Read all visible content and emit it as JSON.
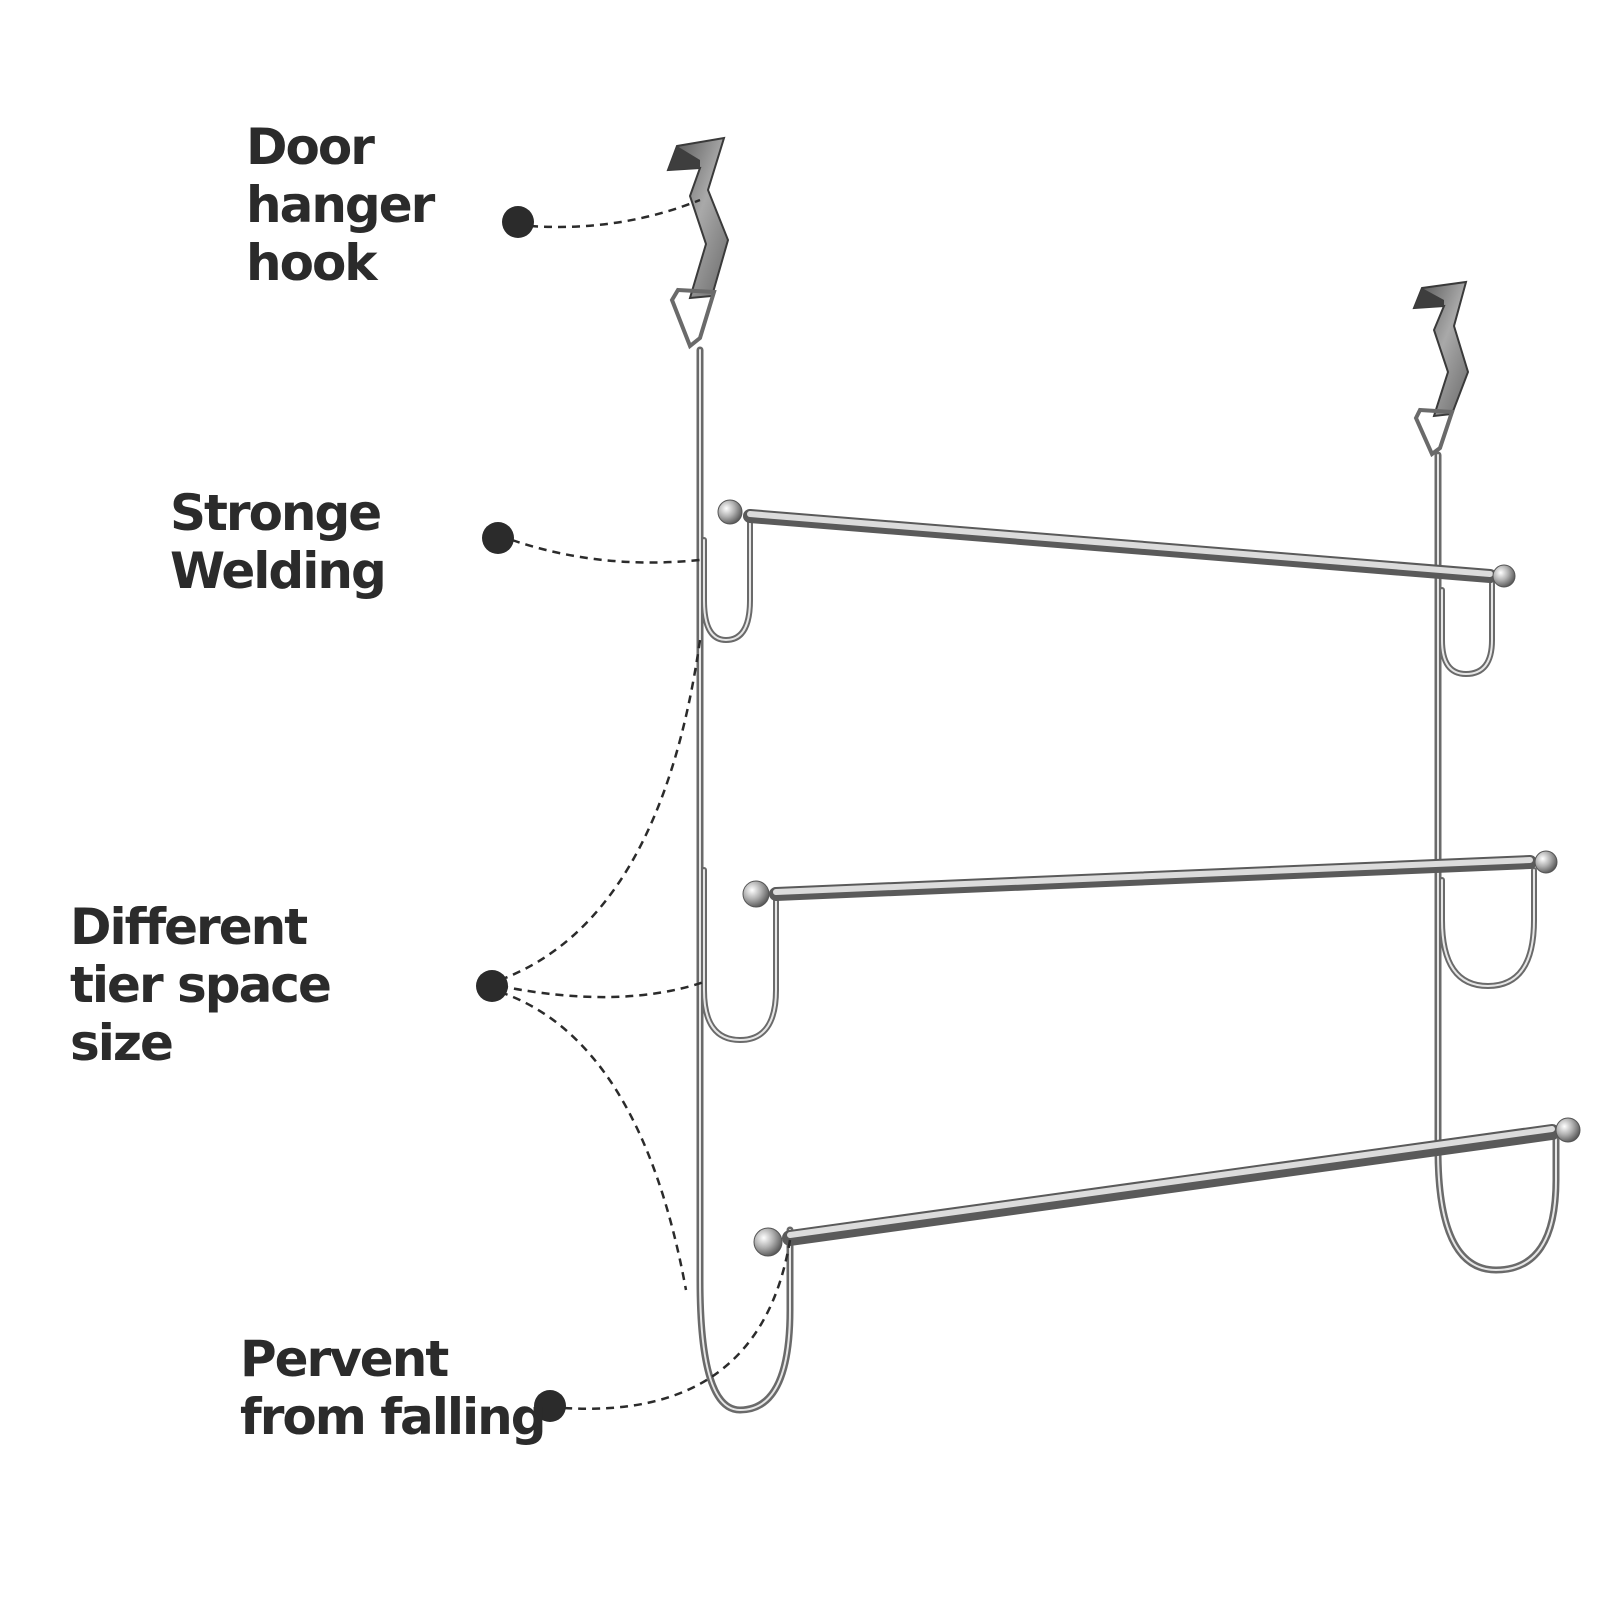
{
  "colors": {
    "text": "#2b2b2b",
    "leader_line": "#2b2b2b",
    "metal": "#8a8a8a",
    "metal_highlight": "#e8e8e8",
    "metal_dark": "#555555",
    "hook": "#6f6f6f"
  },
  "callouts": {
    "door_hook": {
      "lines": [
        "Door",
        "hanger",
        "hook"
      ]
    },
    "welding": {
      "lines": [
        "Stronge",
        "Welding"
      ]
    },
    "tier_space": {
      "lines": [
        "Different",
        "tier space",
        "size"
      ]
    },
    "anti_fall": {
      "lines": [
        "Pervent",
        "from falling"
      ]
    }
  }
}
